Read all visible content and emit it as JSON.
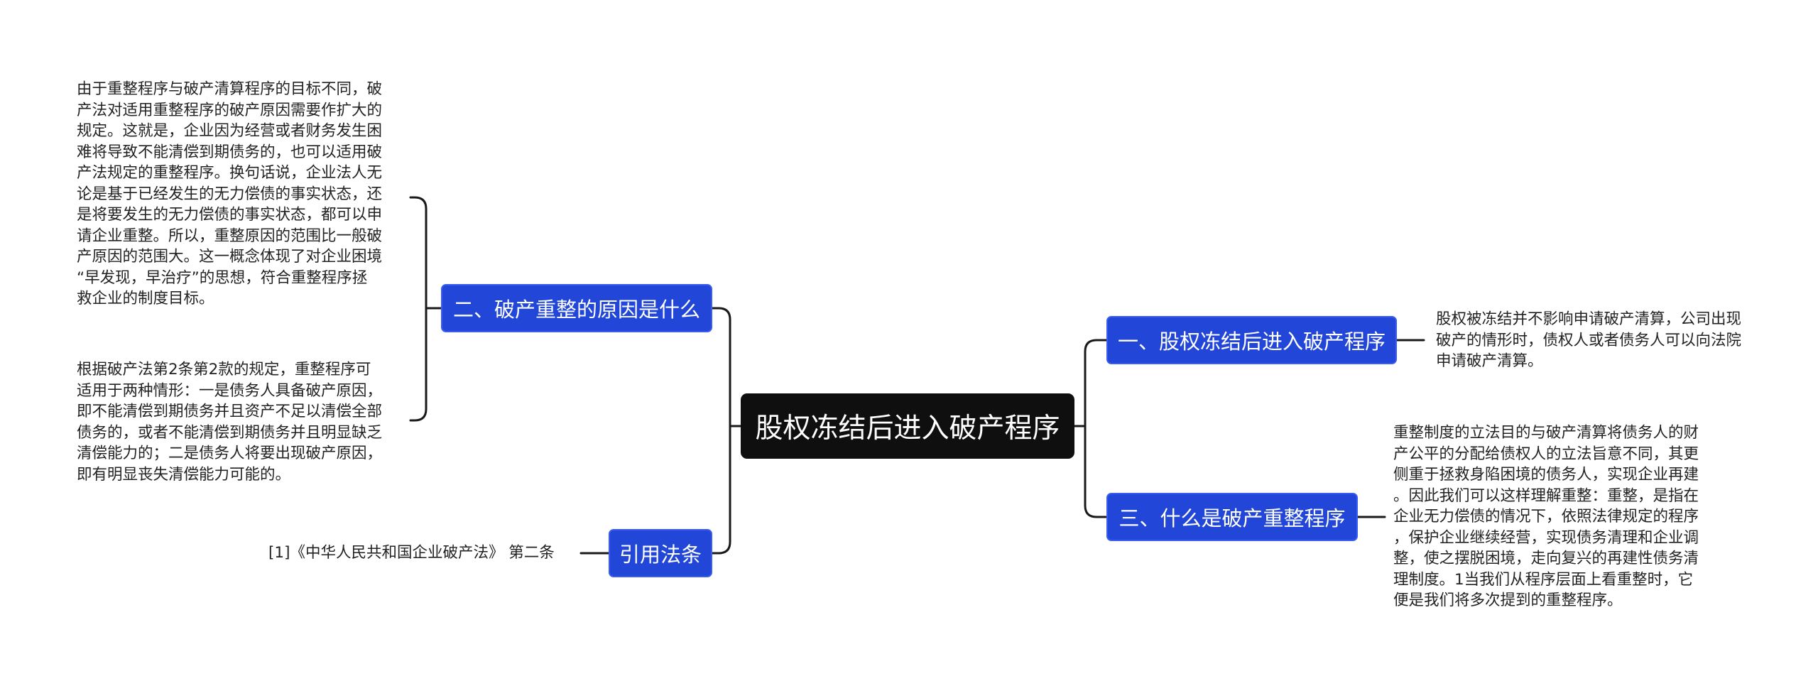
{
  "root": {
    "label": "股权冻结后进入破产程序"
  },
  "branches": [
    {
      "id": "b1",
      "label": "一、股权冻结后进入破产程序",
      "notes": [
        "股权被冻结并不影响申请破产清算，公司出现\n破产的情形时，债权人或者债务人可以向法院\n申请破产清算。"
      ]
    },
    {
      "id": "b2",
      "label": "二、破产重整的原因是什么",
      "notes": [
        "由于重整程序与破产清算程序的目标不同，破\n产法对适用重整程序的破产原因需要作扩大的\n规定。这就是，企业因为经营或者财务发生困\n难将导致不能清偿到期债务的，也可以适用破\n产法规定的重整程序。换句话说，企业法人无\n论是基于已经发生的无力偿债的事实状态，还\n是将要发生的无力偿债的事实状态，都可以申\n请企业重整。所以，重整原因的范围比一般破\n产原因的范围大。这一概念体现了对企业困境\n“早发现，早治疗”的思想，符合重整程序拯\n救企业的制度目标。",
        "根据破产法第2条第2款的规定，重整程序可\n适用于两种情形：一是债务人具备破产原因，\n即不能清偿到期债务并且资产不足以清偿全部\n债务的，或者不能清偿到期债务并且明显缺乏\n清偿能力的；二是债务人将要出现破产原因，\n即有明显丧失清偿能力可能的。"
      ]
    },
    {
      "id": "b3",
      "label": "三、什么是破产重整程序",
      "notes": [
        "重整制度的立法目的与破产清算将债务人的财\n产公平的分配给债权人的立法旨意不同，其更\n侧重于拯救身陷困境的债务人，实现企业再建\n。因此我们可以这样理解重整：重整，是指在\n企业无力偿债的情况下，依照法律规定的程序\n，保护企业继续经营，实现债务清理和企业调\n整，使之摆脱困境，走向复兴的再建性债务清\n理制度。1当我们从程序层面上看重整时，它\n便是我们将多次提到的重整程序。"
      ]
    },
    {
      "id": "b4",
      "label": "引用法条",
      "notes": [
        "[1]《中华人民共和国企业破产法》 第二条"
      ]
    }
  ],
  "colors": {
    "root_bg": "#0f0f0f",
    "branch_bg": "#2246d8",
    "branch_border": "#3a5cf0",
    "line": "#1a1a1a",
    "note_text": "#222222"
  }
}
